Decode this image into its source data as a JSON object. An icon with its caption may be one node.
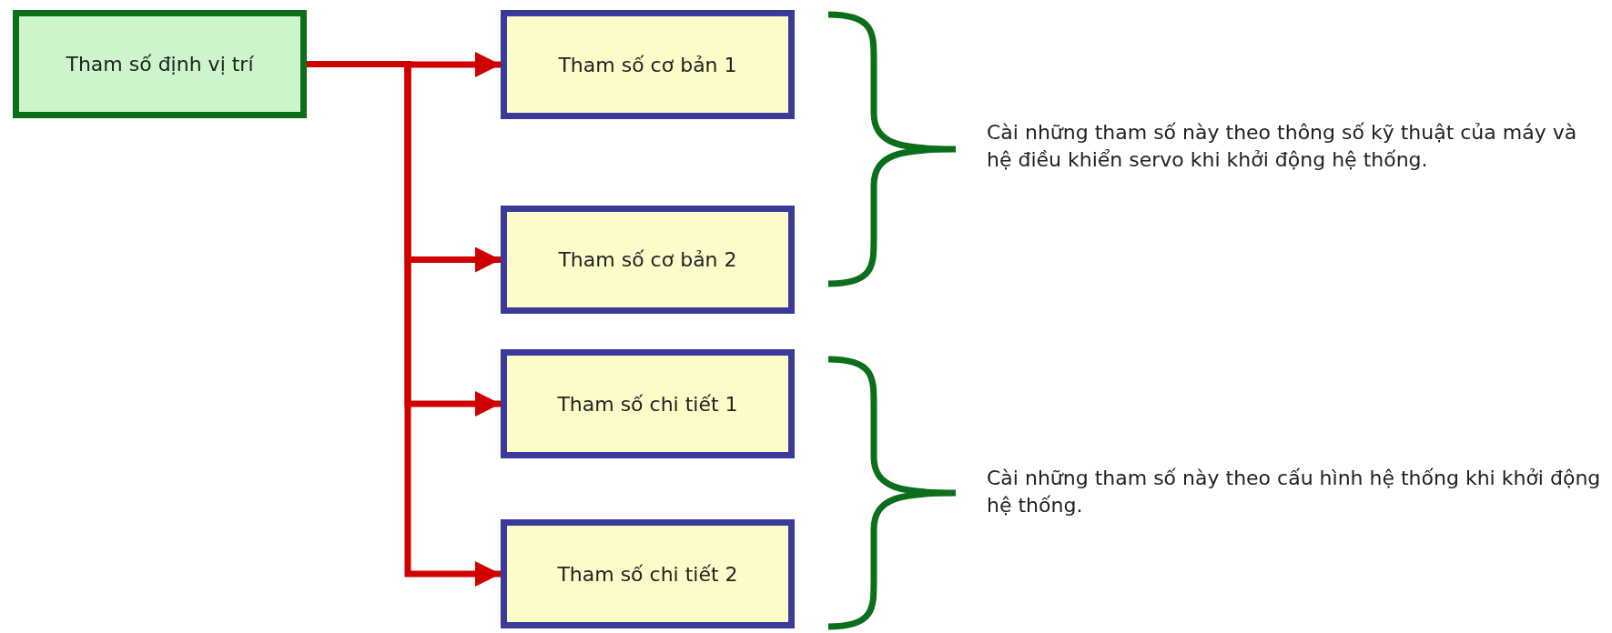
{
  "diagram": {
    "nodes": [
      {
        "text": [
          "Tham số định vị trí"
        ]
      },
      {
        "text": [
          "Tham số cơ bản 1"
        ]
      },
      {
        "text": [
          "Tham số cơ bản 2"
        ]
      },
      {
        "text": [
          "Tham số chi tiết 1"
        ]
      },
      {
        "text": [
          "Tham số chi tiết 2"
        ]
      }
    ],
    "edges": [
      {
        "from": 0,
        "to": 1,
        "arrow": "to"
      },
      {
        "from": 0,
        "to": 2,
        "arrow": "to"
      },
      {
        "from": 0,
        "to": 3,
        "arrow": "to"
      },
      {
        "from": 0,
        "to": 4,
        "arrow": "to"
      }
    ],
    "labels": [
      "Cài những tham số này theo thông số kỹ thuật của máy và hệ điều khiển servo khi khởi động hệ thống.",
      "Cài những tham số này theo cấu hình hệ thống khi khởi động hệ thống."
    ]
  }
}
